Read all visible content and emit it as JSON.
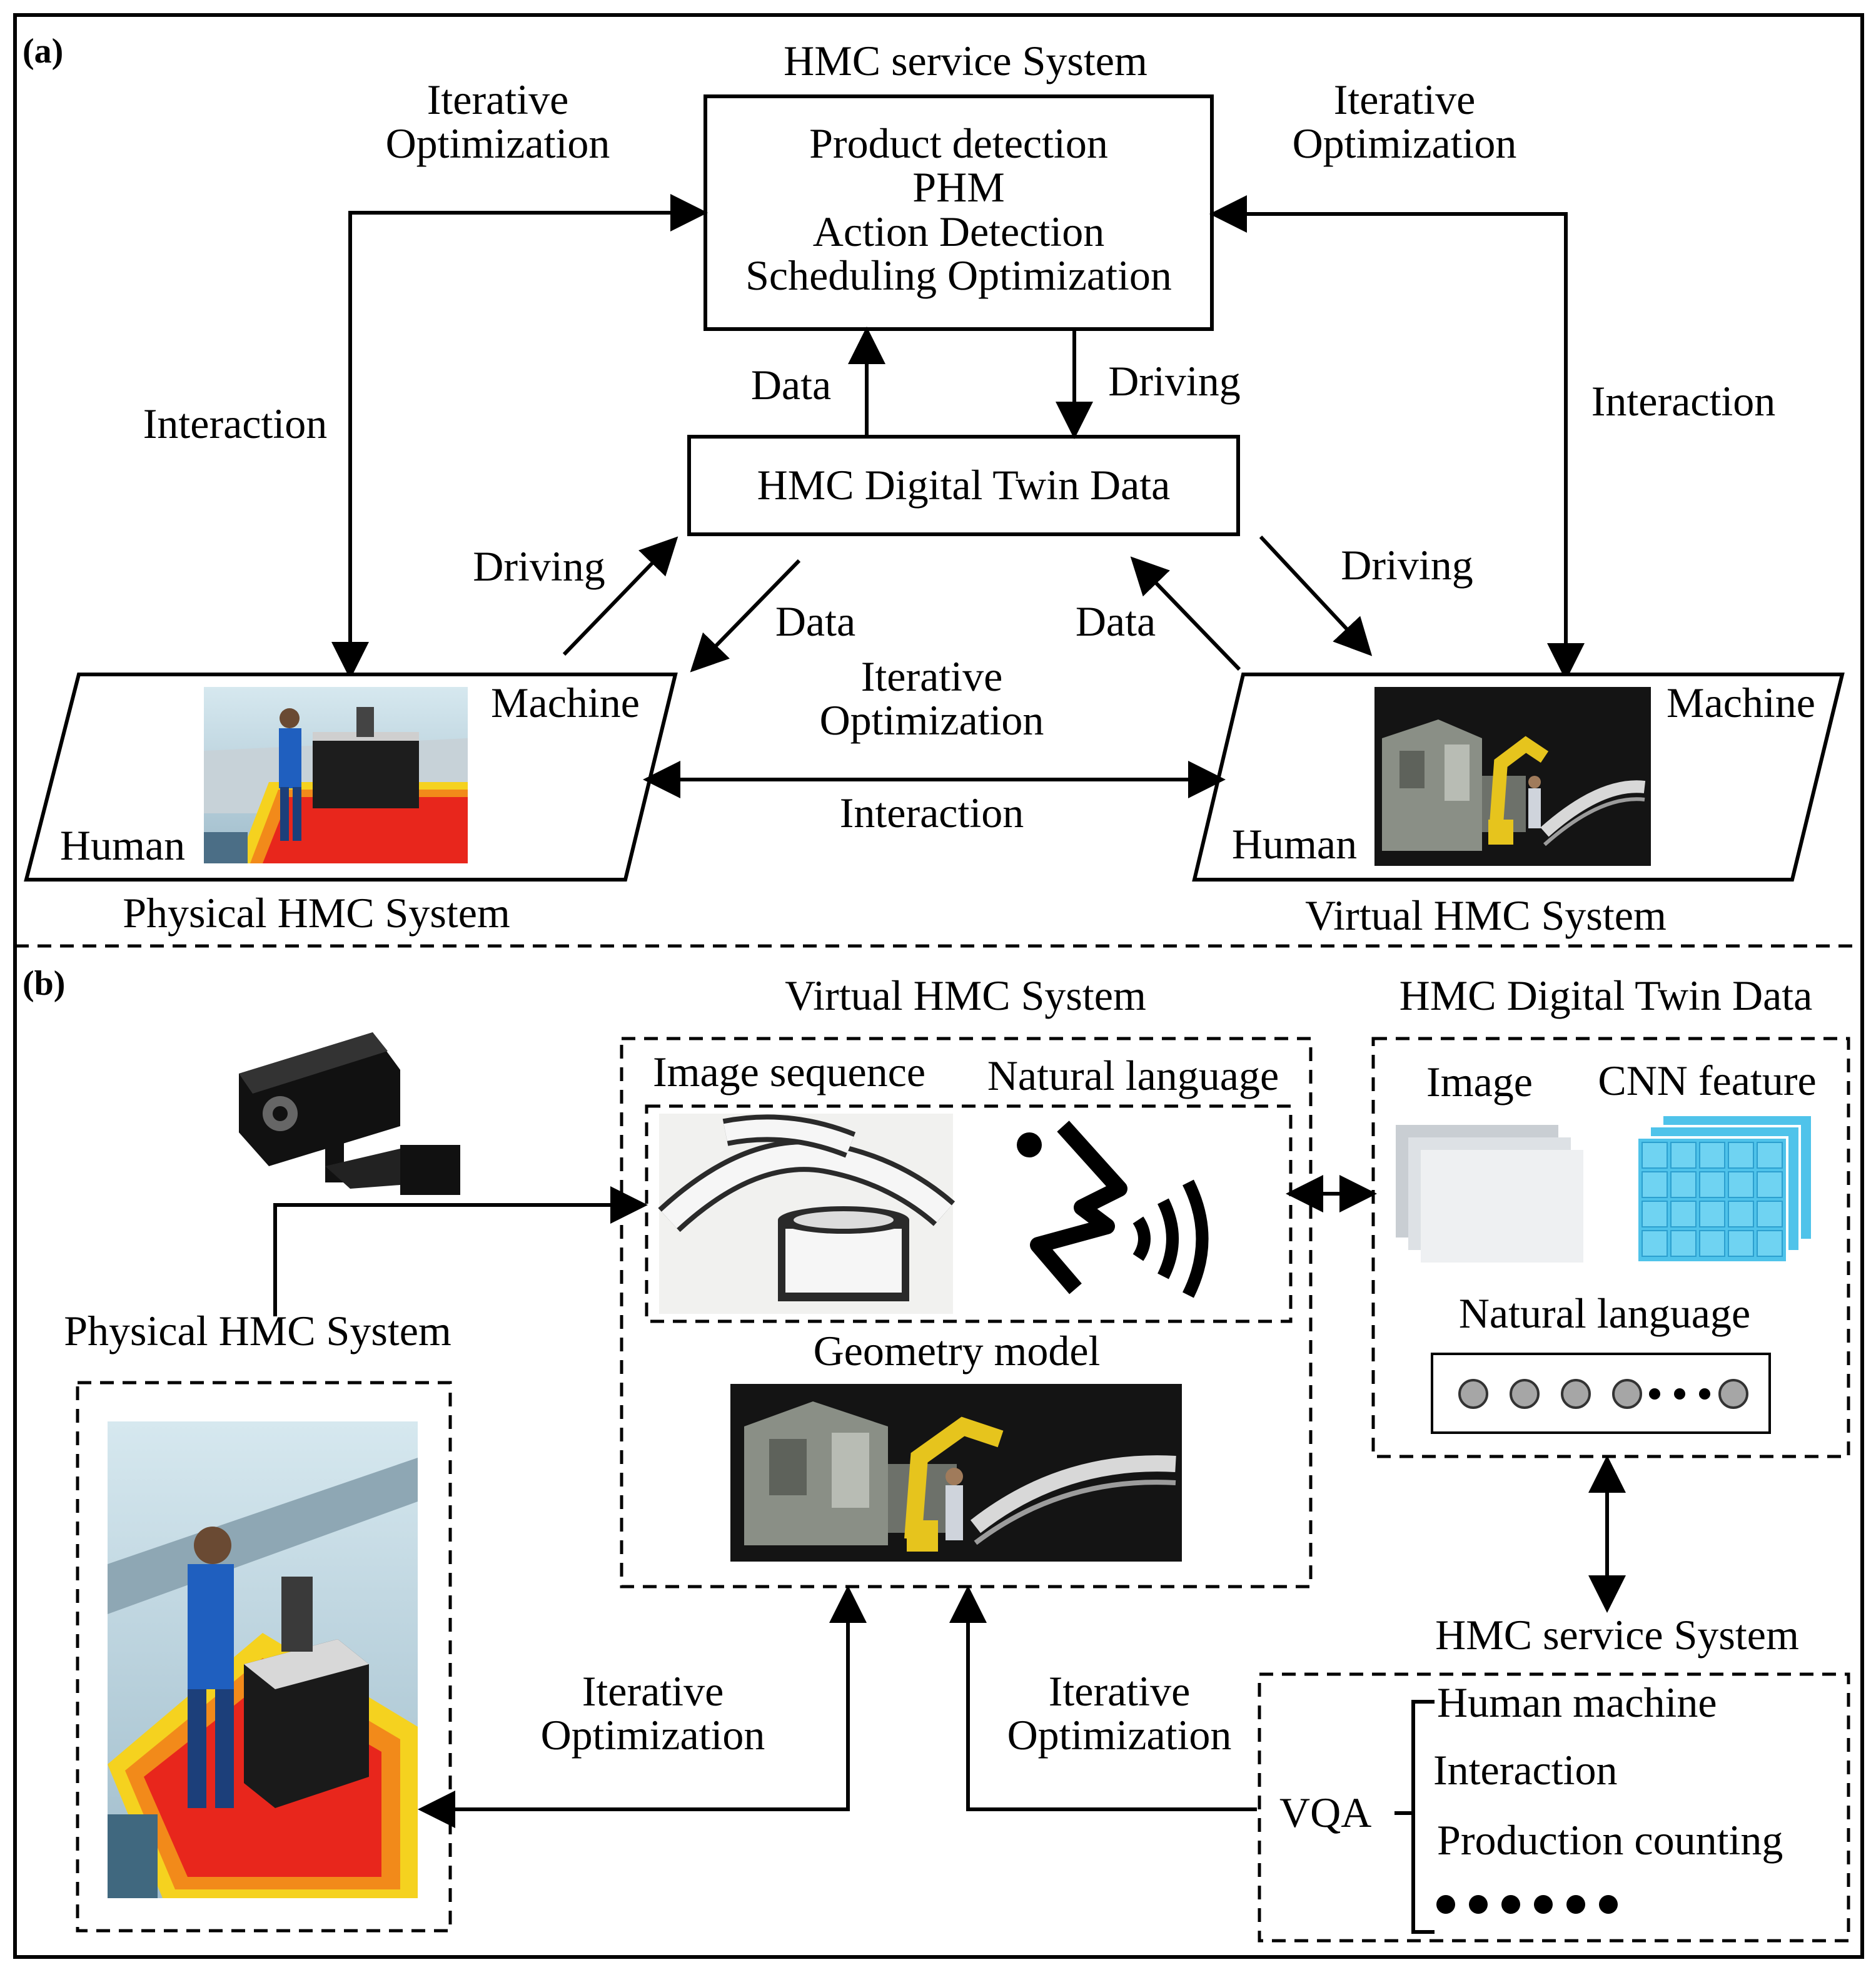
{
  "panel_a": {
    "label": "(a)",
    "service": {
      "title": "HMC service System",
      "items": [
        "Product detection",
        "PHM",
        "Action Detection",
        "Scheduling Optimization"
      ]
    },
    "twin_title": "HMC Digital Twin Data",
    "physical": {
      "title": "Physical HMC System",
      "machine": "Machine",
      "human": "Human"
    },
    "virtual": {
      "title": "Virtual HMC System",
      "machine": "Machine",
      "human": "Human"
    },
    "edges": {
      "iter_opt": "Iterative Optimization",
      "interaction": "Interaction",
      "data": "Data",
      "driving": "Driving"
    }
  },
  "panel_b": {
    "label": "(b)",
    "virtual_title": "Virtual HMC System",
    "image_sequence": "Image sequence",
    "natural_language": "Natural language",
    "geometry_model": "Geometry model",
    "twin_title": "HMC Digital Twin Data",
    "twin_image": "Image",
    "twin_cnn": "CNN feature",
    "twin_nl": "Natural language",
    "physical_title": "Physical HMC System",
    "service_title": "HMC service System",
    "vqa": "VQA",
    "vqa_items": [
      "Human machine",
      "Interaction",
      "Production counting"
    ],
    "iter_opt": "Iterative Optimization"
  },
  "colors": {
    "floor_red": "#e8261c",
    "floor_orange": "#f28a1a",
    "floor_yellow": "#f5d21f",
    "cnn_blue": "#4fc3ea",
    "robot_yellow": "#e6c41d",
    "dark_bg": "#141414"
  },
  "icons": [
    "camera-icon",
    "film-reel-icon",
    "speaking-head-icon",
    "neural-grid-icon"
  ]
}
